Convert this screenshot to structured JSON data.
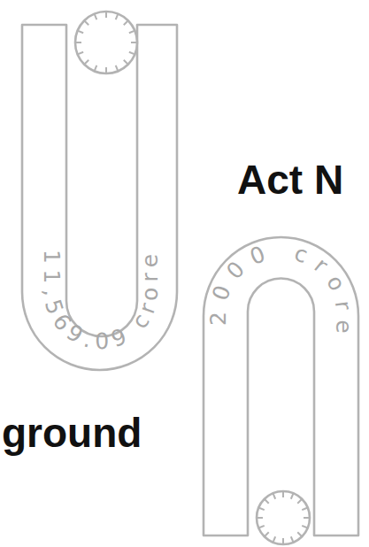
{
  "diagram": {
    "nodes": [
      {
        "text": [
          "11,569.09 crore"
        ]
      },
      {
        "text": [
          "2000 crore"
        ]
      }
    ],
    "labels": [
      "Act N",
      "ground"
    ]
  }
}
